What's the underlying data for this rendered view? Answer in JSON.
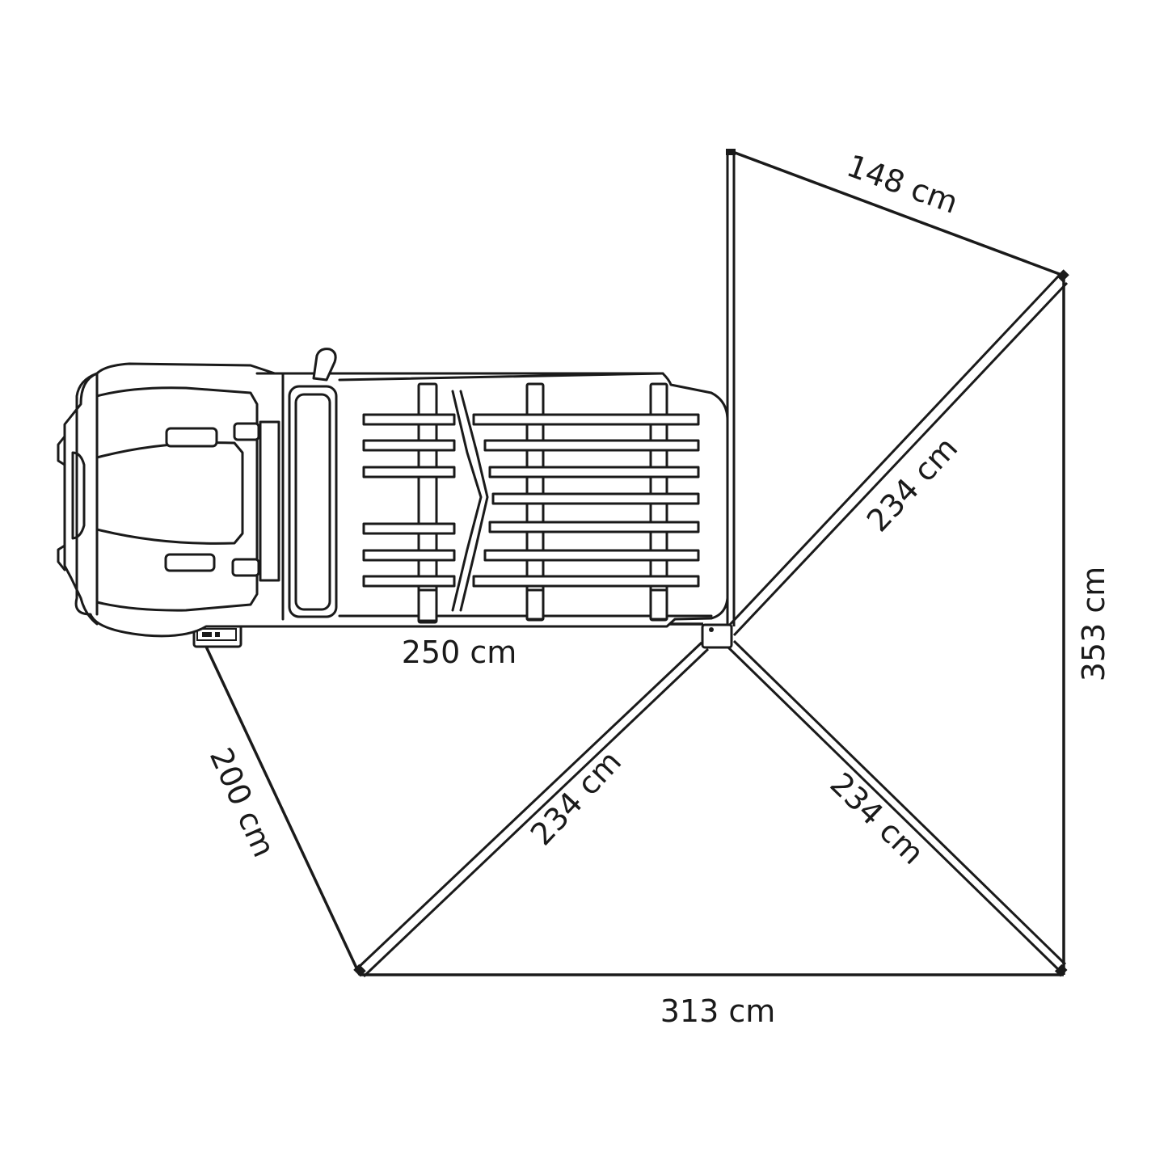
{
  "diagram": {
    "dimensions": {
      "top_edge": "148 cm",
      "upper_diagonal": "234 cm",
      "right_edge": "353 cm",
      "car_side": "250 cm",
      "left_edge": "200 cm",
      "lower_left_diagonal": "234 cm",
      "lower_right_diagonal": "234 cm",
      "bottom_edge": "313 cm"
    }
  }
}
